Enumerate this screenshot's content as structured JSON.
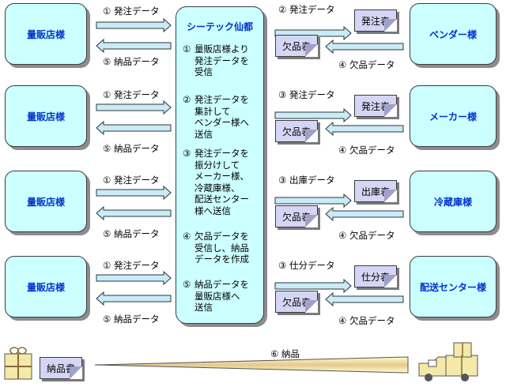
{
  "center": {
    "title": "シーテック仙都",
    "steps": [
      {
        "num": "①",
        "text": "量販店様より\n発注データを\n受信"
      },
      {
        "num": "②",
        "text": "発注データを\n集計して\nベンダー様へ\n送信"
      },
      {
        "num": "③",
        "text": "発注データを\n振分けして\nメーカー様、\n冷蔵庫様、\n配送センター\n様へ送信"
      },
      {
        "num": "④",
        "text": "欠品データを\n受信し、納品\nデータを作成"
      },
      {
        "num": "⑤",
        "text": "納品データを\n量販店様へ\n送信"
      }
    ]
  },
  "rows": [
    {
      "store": "量販店様",
      "order_label": "① 発注データ",
      "delivery_label": "⑤ 納品データ",
      "send_label": "② 発注データ",
      "send_doc": "発注表",
      "shortage_doc": "欠品表",
      "shortage_label": "④ 欠品データ",
      "partner": "ベンダー様"
    },
    {
      "store": "量販店様",
      "order_label": "① 発注データ",
      "delivery_label": "⑤ 納品データ",
      "send_label": "③ 発注データ",
      "send_doc": "発注表",
      "shortage_doc": "欠品表",
      "shortage_label": "④ 欠品データ",
      "partner": "メーカー様"
    },
    {
      "store": "量販店様",
      "order_label": "① 発注データ",
      "delivery_label": "⑤ 納品データ",
      "send_label": "③ 出庫データ",
      "send_doc": "出庫表",
      "shortage_doc": "欠品表",
      "shortage_label": "④ 欠品データ",
      "partner": "冷蔵庫様"
    },
    {
      "store": "量販店様",
      "order_label": "① 発注データ",
      "delivery_label": "⑤ 納品データ",
      "send_label": "③ 仕分データ",
      "send_doc": "仕分表",
      "shortage_doc": "欠品表",
      "shortage_label": "④ 欠品データ",
      "partner": "配送センター様"
    }
  ],
  "bottom": {
    "invoice_doc": "納品書",
    "delivery_label": "⑥ 納品",
    "package_icon": "package-icon",
    "truck_icon": "truck-icon"
  },
  "colors": {
    "box_fill": "#ccffff",
    "box_text": "#0033cc",
    "arrow_fill": "#c8ecf8",
    "doc_fill": "#d5d5f5",
    "big_arrow_fill": "#ffff99"
  }
}
